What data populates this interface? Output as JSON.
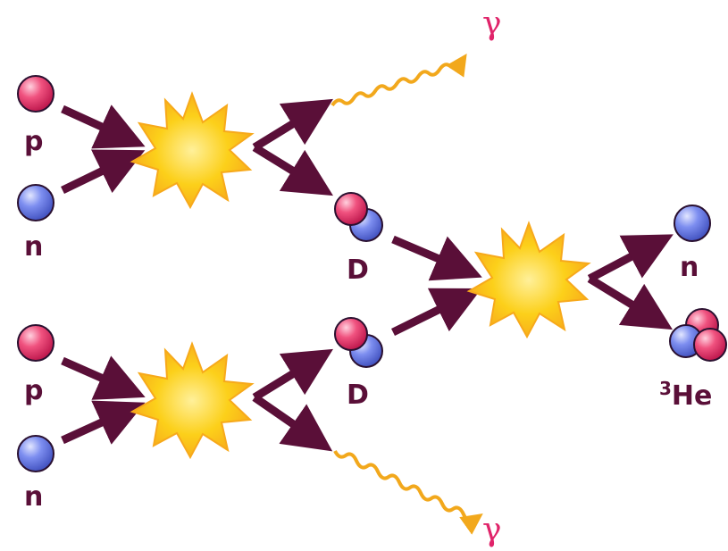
{
  "labels": {
    "proton": "p",
    "neutron": "n",
    "deuterium": "D",
    "gamma": "γ",
    "helium3_mass": "3",
    "helium3_symbol": "He"
  },
  "colors": {
    "proton": "#e9366f",
    "neutron": "#6678e0",
    "arrow": "#5a0f38",
    "gamma_wave": "#f2a81c",
    "gamma_text": "#e0246a",
    "burst": "#fcd01a",
    "burst_outer": "#f7a91b"
  }
}
